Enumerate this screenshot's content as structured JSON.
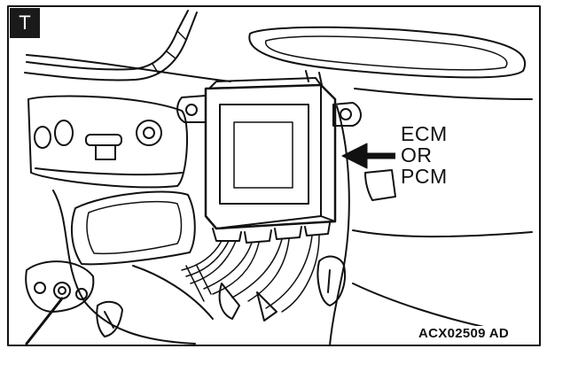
{
  "badge": {
    "letter": "T"
  },
  "callout": {
    "lines": [
      "ECM",
      "OR",
      "PCM"
    ]
  },
  "figure": {
    "id": "ACX02509 AD"
  },
  "colors": {
    "ink": "#111111",
    "paper": "#ffffff",
    "badge_fill": "#1a1a1a"
  },
  "icons": {
    "pointer": "arrow-left-icon"
  }
}
